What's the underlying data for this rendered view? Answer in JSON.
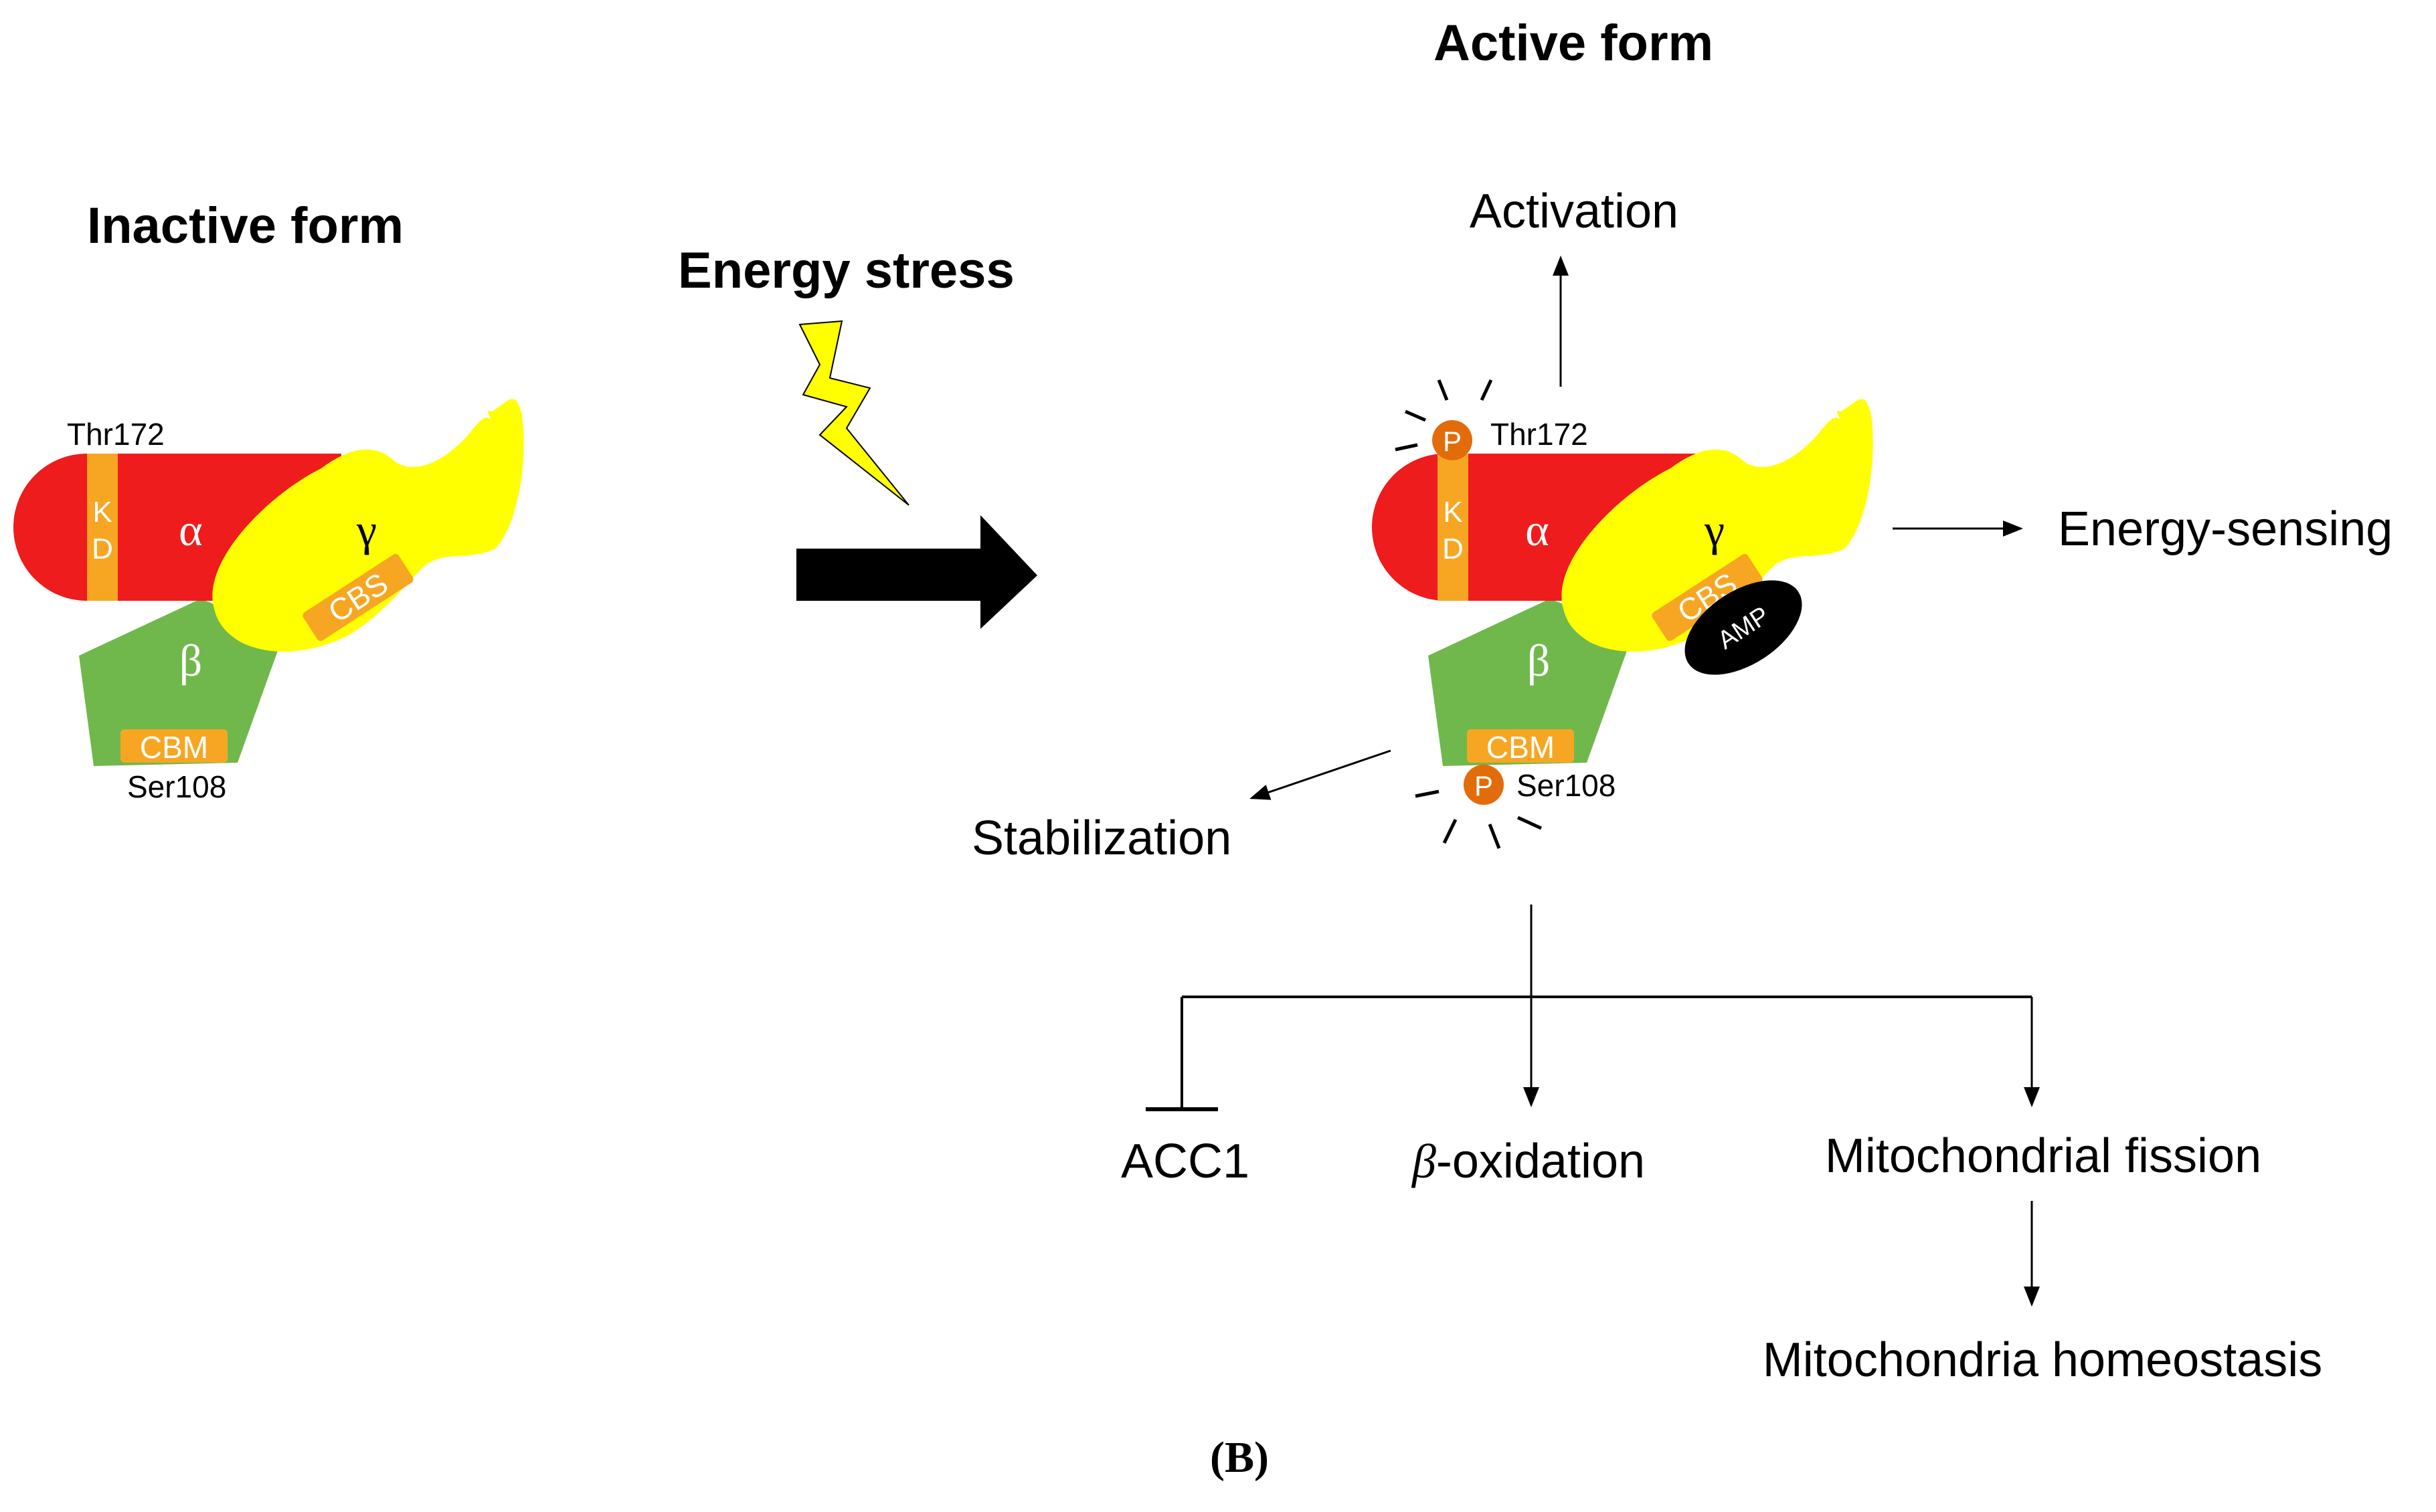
{
  "titles": {
    "inactive": "Inactive form",
    "active": "Active form",
    "stress": "Energy stress"
  },
  "subunits": {
    "alpha": "α",
    "beta": "β",
    "gamma": "γ",
    "kd_k": "K",
    "kd_d": "D",
    "cbs": "CBS",
    "cbm": "CBM",
    "amp": "AMP",
    "phospho": "P"
  },
  "sites": {
    "thr172": "Thr172",
    "ser108": "Ser108"
  },
  "outcomes": {
    "activation": "Activation",
    "energy_sensing": "Energy-sensing",
    "stabilization": "Stabilization",
    "acc1": "ACC1",
    "beta_symbol": "β",
    "oxidation": "-oxidation",
    "mito_fission": "Mitochondrial fission",
    "mito_homeostasis": "Mitochondria homeostasis"
  },
  "panel_label": "(B)",
  "colors": {
    "alpha": "#ee1c1c",
    "gamma": "#ffff00",
    "beta": "#70b84c",
    "domain": "#f7a623",
    "phospho": "#e36c0a",
    "amp": "#000000",
    "arrow": "#000000"
  }
}
